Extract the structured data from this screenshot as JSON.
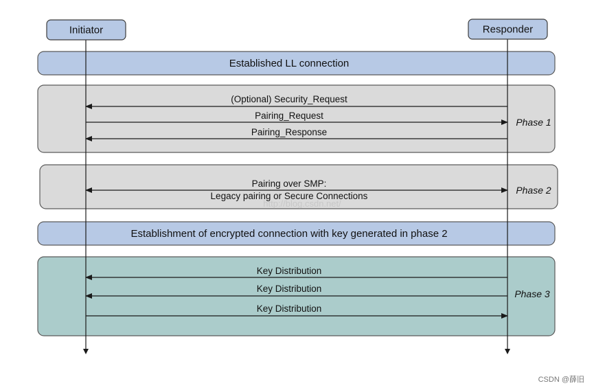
{
  "actors": {
    "initiator": "Initiator",
    "responder": "Responder"
  },
  "bands": {
    "established": "Established LL connection",
    "encrypted": "Establishment of encrypted connection with key generated in phase 2"
  },
  "phases": {
    "phase1": {
      "label": "Phase 1",
      "messages": [
        {
          "label": "(Optional) Security_Request",
          "direction": "to-initiator"
        },
        {
          "label": "Pairing_Request",
          "direction": "to-responder"
        },
        {
          "label": "Pairing_Response",
          "direction": "to-initiator"
        }
      ]
    },
    "phase2": {
      "label": "Phase 2",
      "messages": [
        {
          "label": "Pairing over SMP:",
          "label2": "Legacy pairing or Secure Connections",
          "direction": "both"
        }
      ]
    },
    "phase3": {
      "label": "Phase 3",
      "messages": [
        {
          "label": "Key Distribution",
          "direction": "to-initiator"
        },
        {
          "label": "Key Distribution",
          "direction": "to-initiator"
        },
        {
          "label": "Key Distribution",
          "direction": "to-responder"
        }
      ]
    }
  },
  "watermark": "http://blog.csdn.net/",
  "credit": "CSDN @薛旧",
  "colors": {
    "blue_band": "#b7c9e5",
    "grey_band": "#dadada",
    "teal_band": "#abcccb"
  }
}
